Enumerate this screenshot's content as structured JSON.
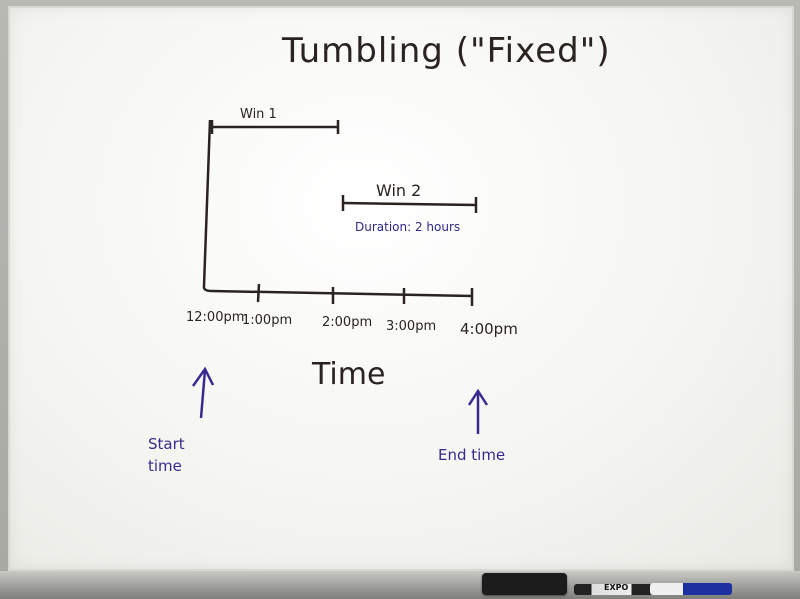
{
  "title": "Tumbling (\"Fixed\")",
  "windows": [
    {
      "label": "Win 1"
    },
    {
      "label": "Win 2",
      "note": "Duration: 2 hours"
    }
  ],
  "axis": {
    "ticks": [
      "12:00pm",
      "1:00pm",
      "2:00pm",
      "3:00pm",
      "4:00pm"
    ],
    "title": "Time"
  },
  "annotations": {
    "start_line1": "Start",
    "start_line2": "time",
    "end": "End time"
  },
  "colors": {
    "marker_black": "#2a2320",
    "marker_purple": "#3b2a8e",
    "board": "#f7f7f4"
  },
  "tray_items": [
    "eraser",
    "marker-black",
    "marker-blue"
  ],
  "tray_labels": {
    "marker_brand": "EXPO"
  }
}
